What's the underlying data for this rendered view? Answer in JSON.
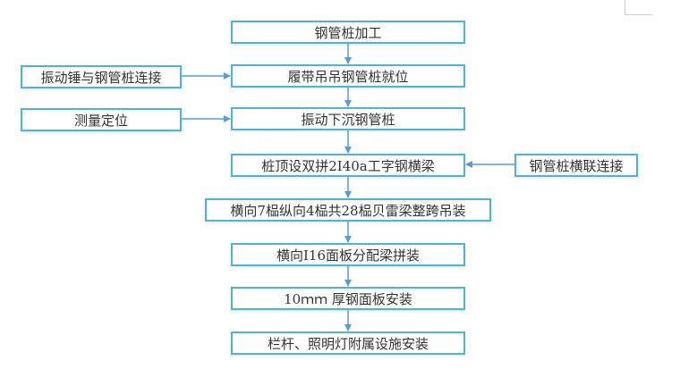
{
  "flowchart": {
    "main_steps": [
      {
        "label": "钢管桩加工"
      },
      {
        "label": "履带吊吊钢管桩就位"
      },
      {
        "label": "振动下沉钢管桩"
      },
      {
        "label": "桩顶设双拼2I40a工字钢横梁"
      },
      {
        "label": "横向7榀纵向4榀共28榀贝雷梁整跨吊装"
      },
      {
        "label": "横向I16面板分配梁拼装"
      },
      {
        "label": "10ｍｍ 厚钢面板安装"
      },
      {
        "label": "栏杆、照明灯附属设施安装"
      }
    ],
    "side_inputs": [
      {
        "label": "振动锤与钢管桩连接",
        "target_step": 2,
        "side": "left"
      },
      {
        "label": "测量定位",
        "target_step": 3,
        "side": "left"
      },
      {
        "label": "钢管桩横联连接",
        "target_step": 4,
        "side": "right"
      }
    ],
    "colors": {
      "box_border": "#4fb3d6",
      "arrow": "#5b9bd5",
      "text": "#333333"
    }
  }
}
